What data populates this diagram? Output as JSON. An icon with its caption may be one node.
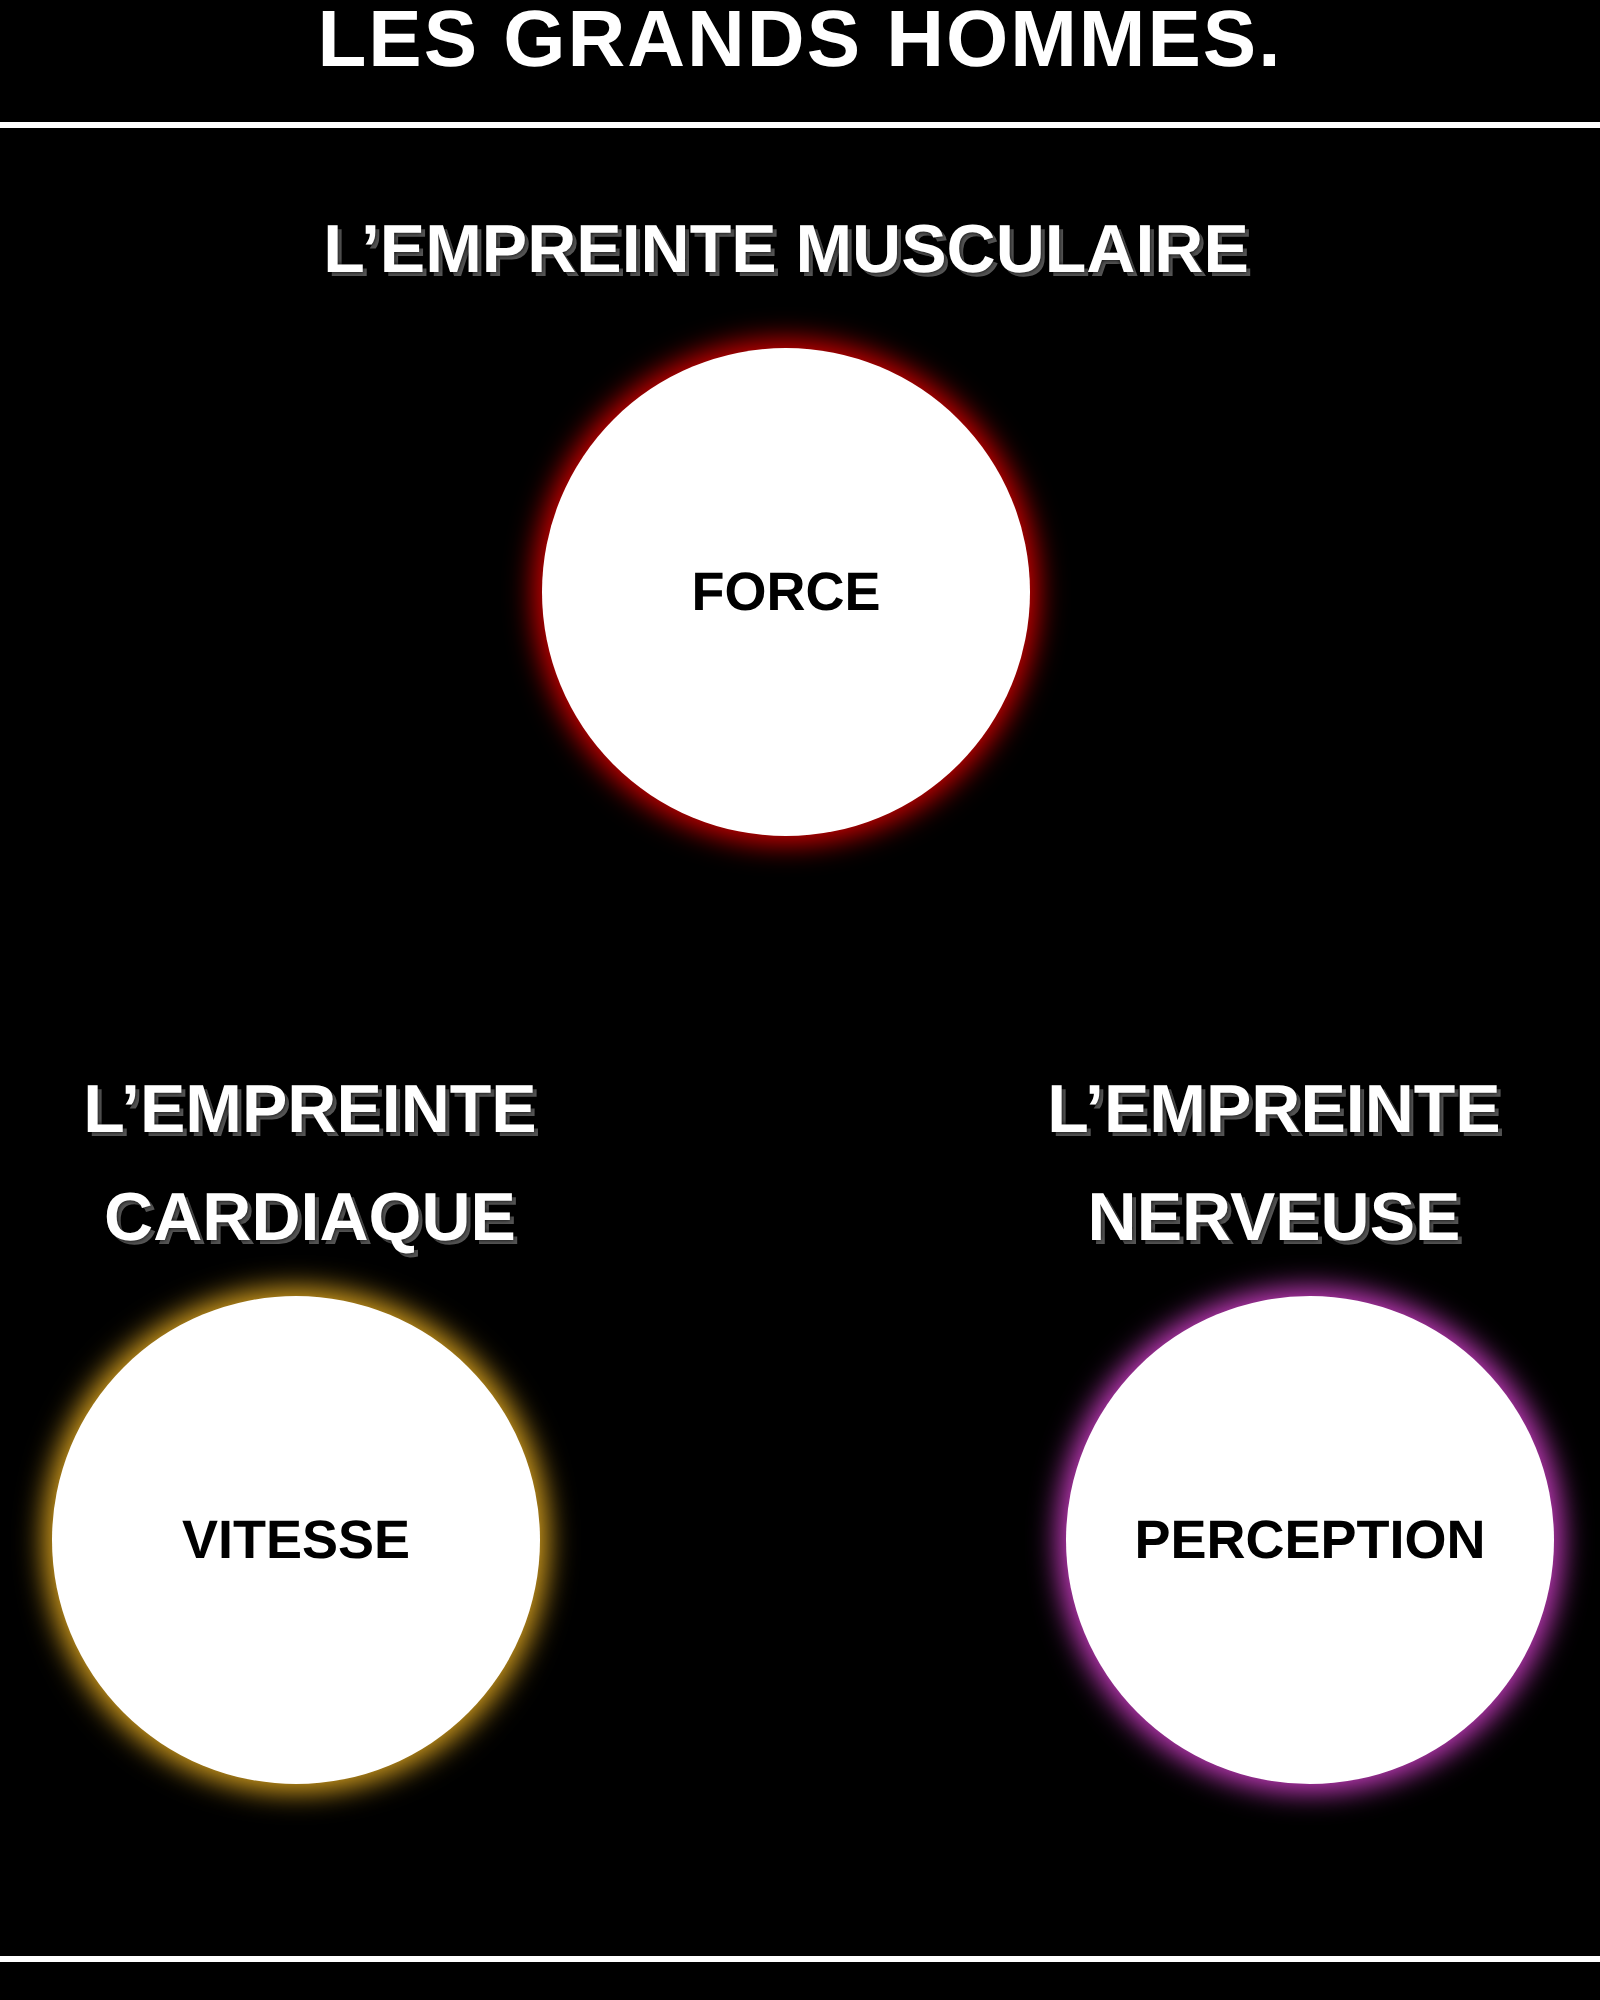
{
  "diagram": {
    "title": "LES GRANDS HOMMES.",
    "nodes": [
      {
        "text": [
          "L’EMPREINTE MUSCULAIRE",
          "FORCE"
        ]
      },
      {
        "text": [
          "L’EMPREINTE CARDIAQUE",
          "VITESSE"
        ]
      },
      {
        "text": [
          "L’EMPREINTE NERVEUSE",
          "PERCEPTION"
        ]
      }
    ]
  }
}
